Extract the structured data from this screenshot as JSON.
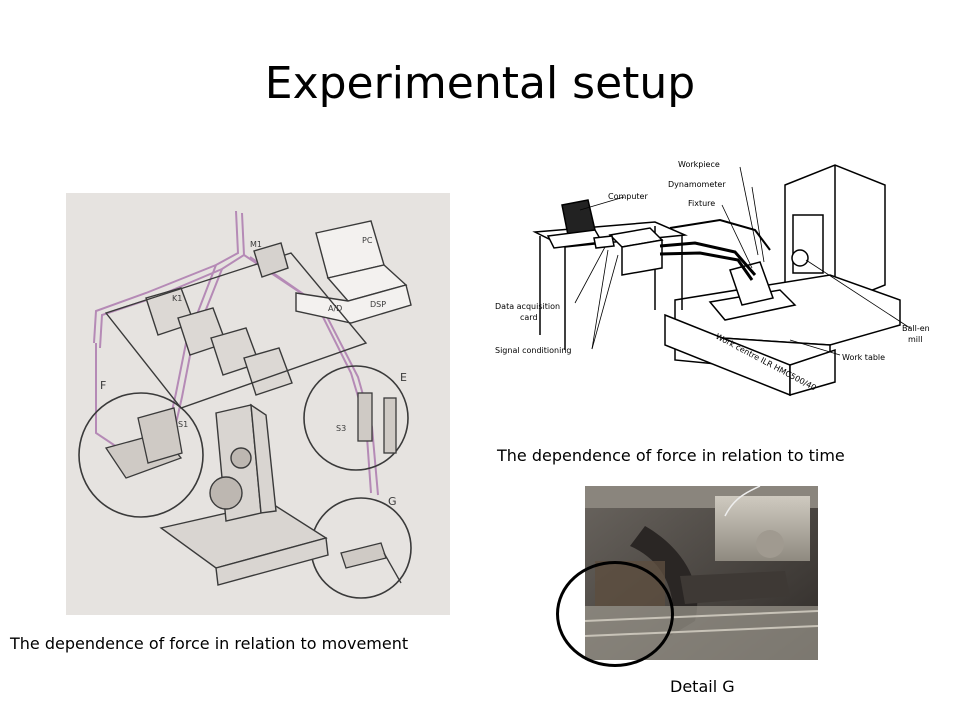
{
  "slide": {
    "title": "Experimental setup",
    "caption_movement": "The dependence of force in relation to movement",
    "caption_time": "The dependence of force in relation to time",
    "caption_detail": "Detail G"
  },
  "scan_figure": {
    "labels": {
      "f": "F",
      "e": "E",
      "g": "G",
      "pc": "PC",
      "dsp": "DSP",
      "ad": "A/D",
      "k1": "K1",
      "s1": "S1",
      "s3": "S3",
      "m1": "M1"
    }
  },
  "schematic": {
    "labels": {
      "workpiece": "Workpiece",
      "dynamometer": "Dynamometer",
      "fixture": "Fixture",
      "computer": "Computer",
      "daq_line1": "Data acquisition",
      "daq_line2": "card",
      "signal": "Signal conditioning",
      "ball_line1": "Ball-end",
      "ball_line2": "mill",
      "work_table": "Work table",
      "machine": "Work centre ILR HMC500/40"
    }
  },
  "colors": {
    "scan_bg": "#e6e3e0",
    "scan_ink": "#3a3a3a",
    "cable_purple": "#b58ab6",
    "photo_dark": "#3b3733",
    "photo_metal": "#b9b4a8"
  }
}
